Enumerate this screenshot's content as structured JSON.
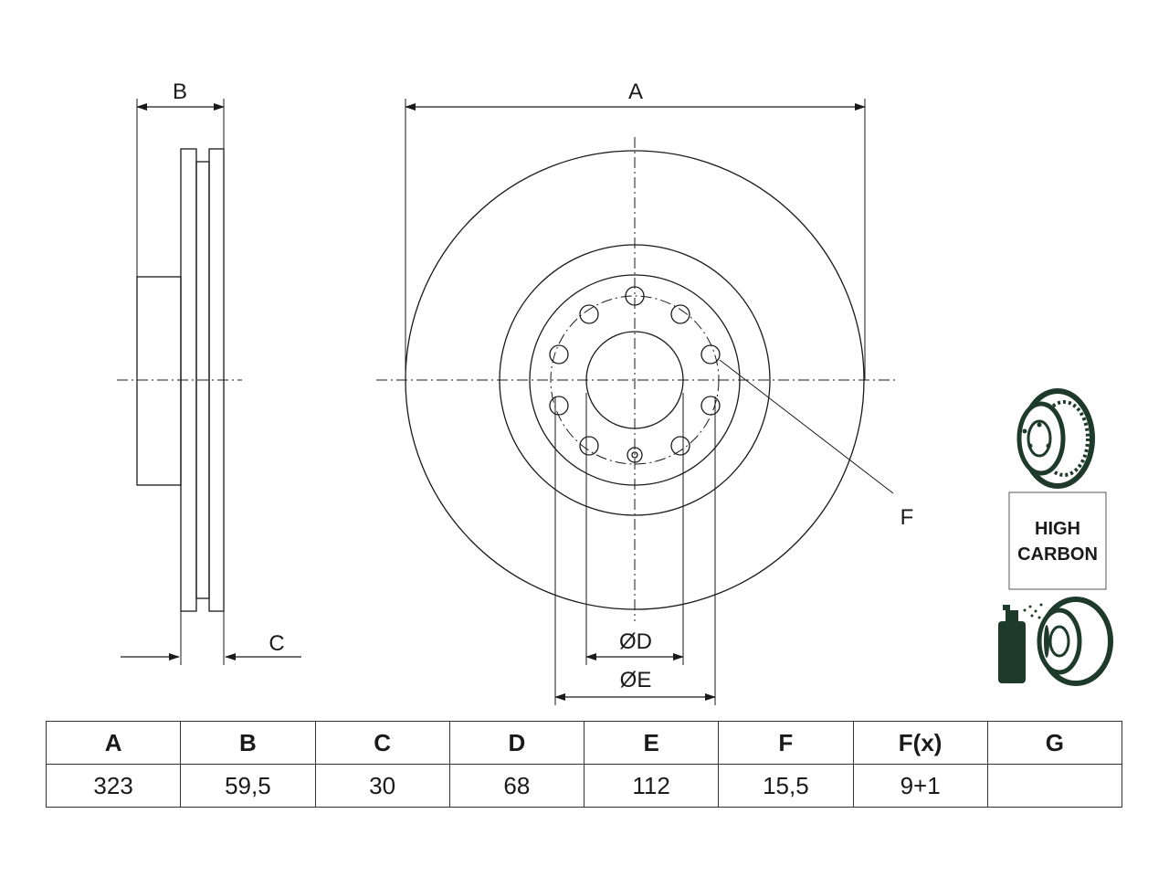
{
  "labels": {
    "A": "A",
    "B": "B",
    "C": "C",
    "D": "ØD",
    "E": "ØE",
    "F": "F"
  },
  "badge": {
    "line1": "HIGH",
    "line2": "CARBON"
  },
  "table": {
    "headers": [
      "A",
      "B",
      "C",
      "D",
      "E",
      "F",
      "F(x)",
      "G"
    ],
    "values": [
      "323",
      "59,5",
      "30",
      "68",
      "112",
      "15,5",
      "9+1",
      ""
    ]
  },
  "icons": [
    "brake-disc-icon",
    "high-carbon-badge-icon",
    "coating-spray-icon"
  ],
  "colors": {
    "icon_fill": "#1e3a2a",
    "line": "#1a1a1a"
  }
}
